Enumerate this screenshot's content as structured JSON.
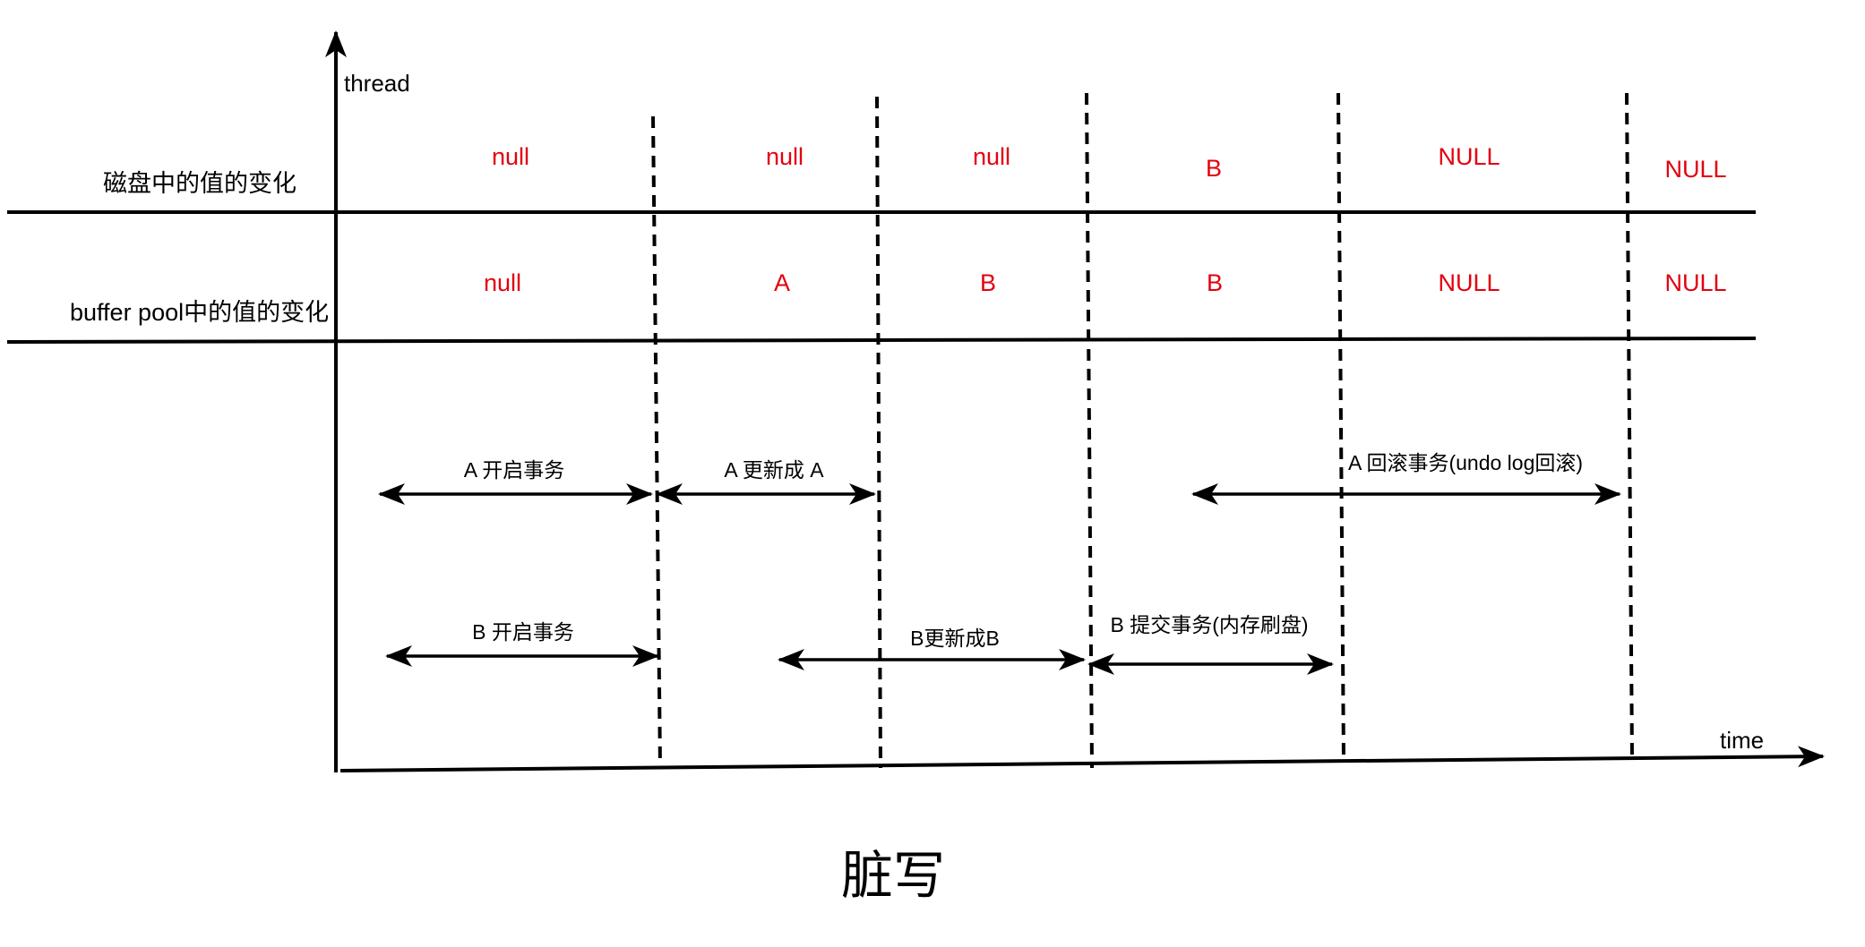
{
  "diagram": {
    "title": "脏写",
    "axes": {
      "y_label": "thread",
      "x_label": "time"
    },
    "rows": {
      "disk_label": "磁盘中的值的变化",
      "buffer_label": "buffer pool中的值的变化"
    },
    "disk_values": [
      "null",
      "null",
      "null",
      "B",
      "NULL",
      "NULL"
    ],
    "buffer_values": [
      "null",
      "A",
      "B",
      "B",
      "NULL",
      "NULL"
    ],
    "thread_a_events": [
      {
        "label": "A 开启事务"
      },
      {
        "label": "A 更新成 A"
      },
      {
        "label": "A 回滚事务(undo log回滚)"
      }
    ],
    "thread_b_events": [
      {
        "label": "B 开启事务"
      },
      {
        "label": "B更新成B"
      },
      {
        "label": "B 提交事务(内存刷盘)"
      }
    ],
    "colors": {
      "value_text": "#e3000f",
      "lines": "#000000"
    }
  }
}
